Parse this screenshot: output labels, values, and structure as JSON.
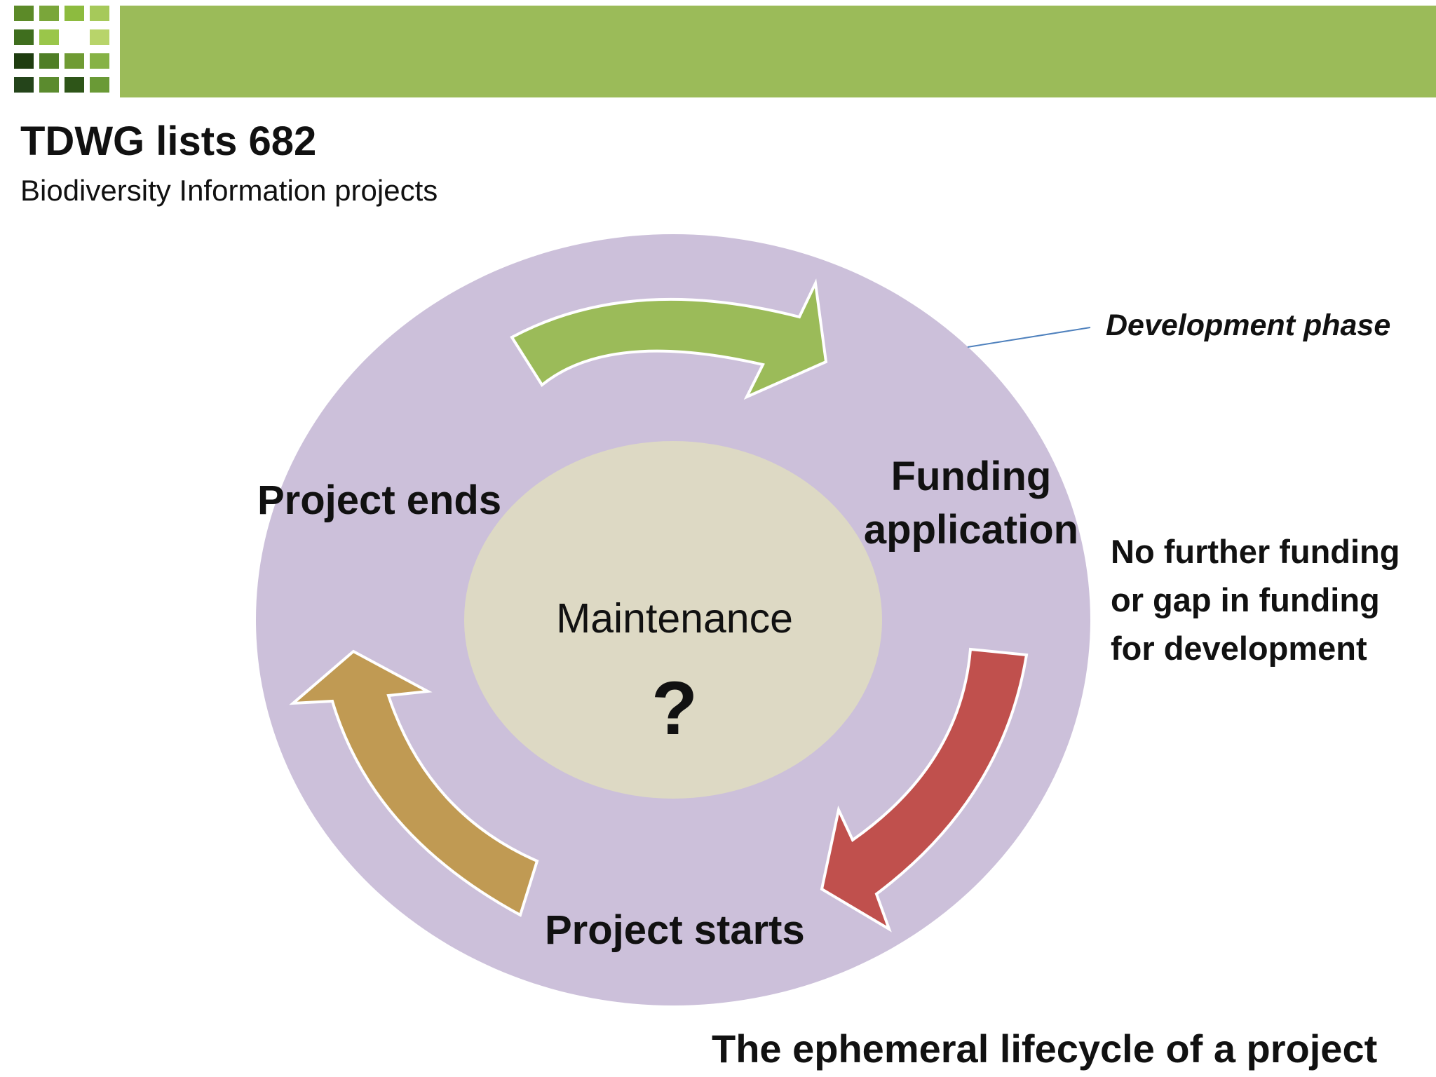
{
  "header": {
    "title": "TDWG lists 682",
    "subtitle": "Biodiversity Information projects"
  },
  "diagram": {
    "steps": {
      "project_ends": "Project ends",
      "funding_line1": "Funding",
      "funding_line2": "application",
      "project_starts": "Project starts"
    },
    "center": {
      "label": "Maintenance",
      "question": "?"
    },
    "callouts": {
      "development_phase": "Development phase",
      "no_funding_line1": "No further funding",
      "no_funding_line2": "or gap in funding",
      "no_funding_line3": "for development"
    },
    "caption": "The ephemeral lifecycle of a project"
  },
  "colors": {
    "header_bar": "#9bbb59",
    "outer_circle": "#ccc0da",
    "inner_circle": "#ddd9c4",
    "arrow_green": "#9bbb59",
    "arrow_red": "#c0504d",
    "arrow_tan": "#c09a53",
    "leader_line": "#4f81bd"
  }
}
